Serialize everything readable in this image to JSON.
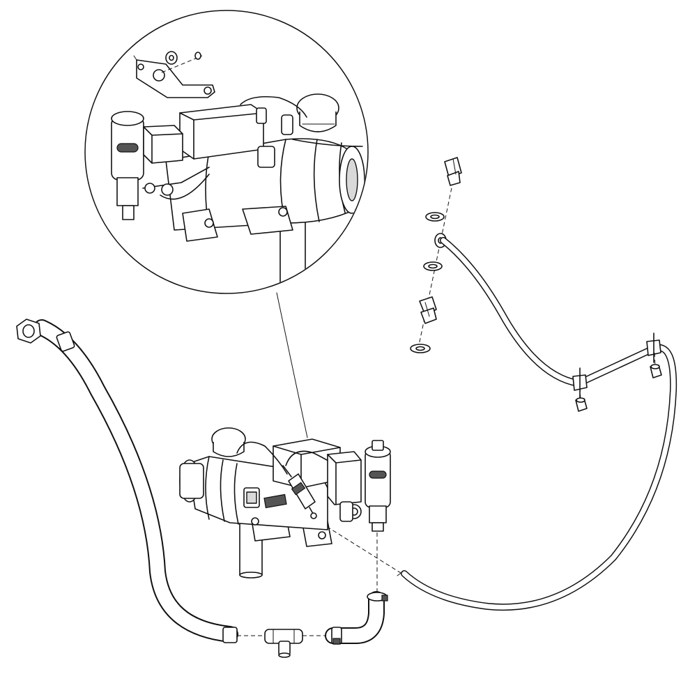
{
  "diagram": {
    "kind": "exploded-assembly-line-drawing",
    "labels": [],
    "parts": [
      "heater-unit",
      "detail-magnifier",
      "mounting-bracket",
      "washer",
      "nut",
      "banjo-bolt",
      "sealing-ring",
      "banjo-fitting",
      "adapter-fitting",
      "fuel-line",
      "pipe-clamp",
      "coolant-hose",
      "hose-nut",
      "t-connector",
      "elbow-hose",
      "hose-clip"
    ],
    "colors": {
      "line": "#111111",
      "fill": "#ffffff",
      "shade": "#d9d9d9"
    }
  }
}
